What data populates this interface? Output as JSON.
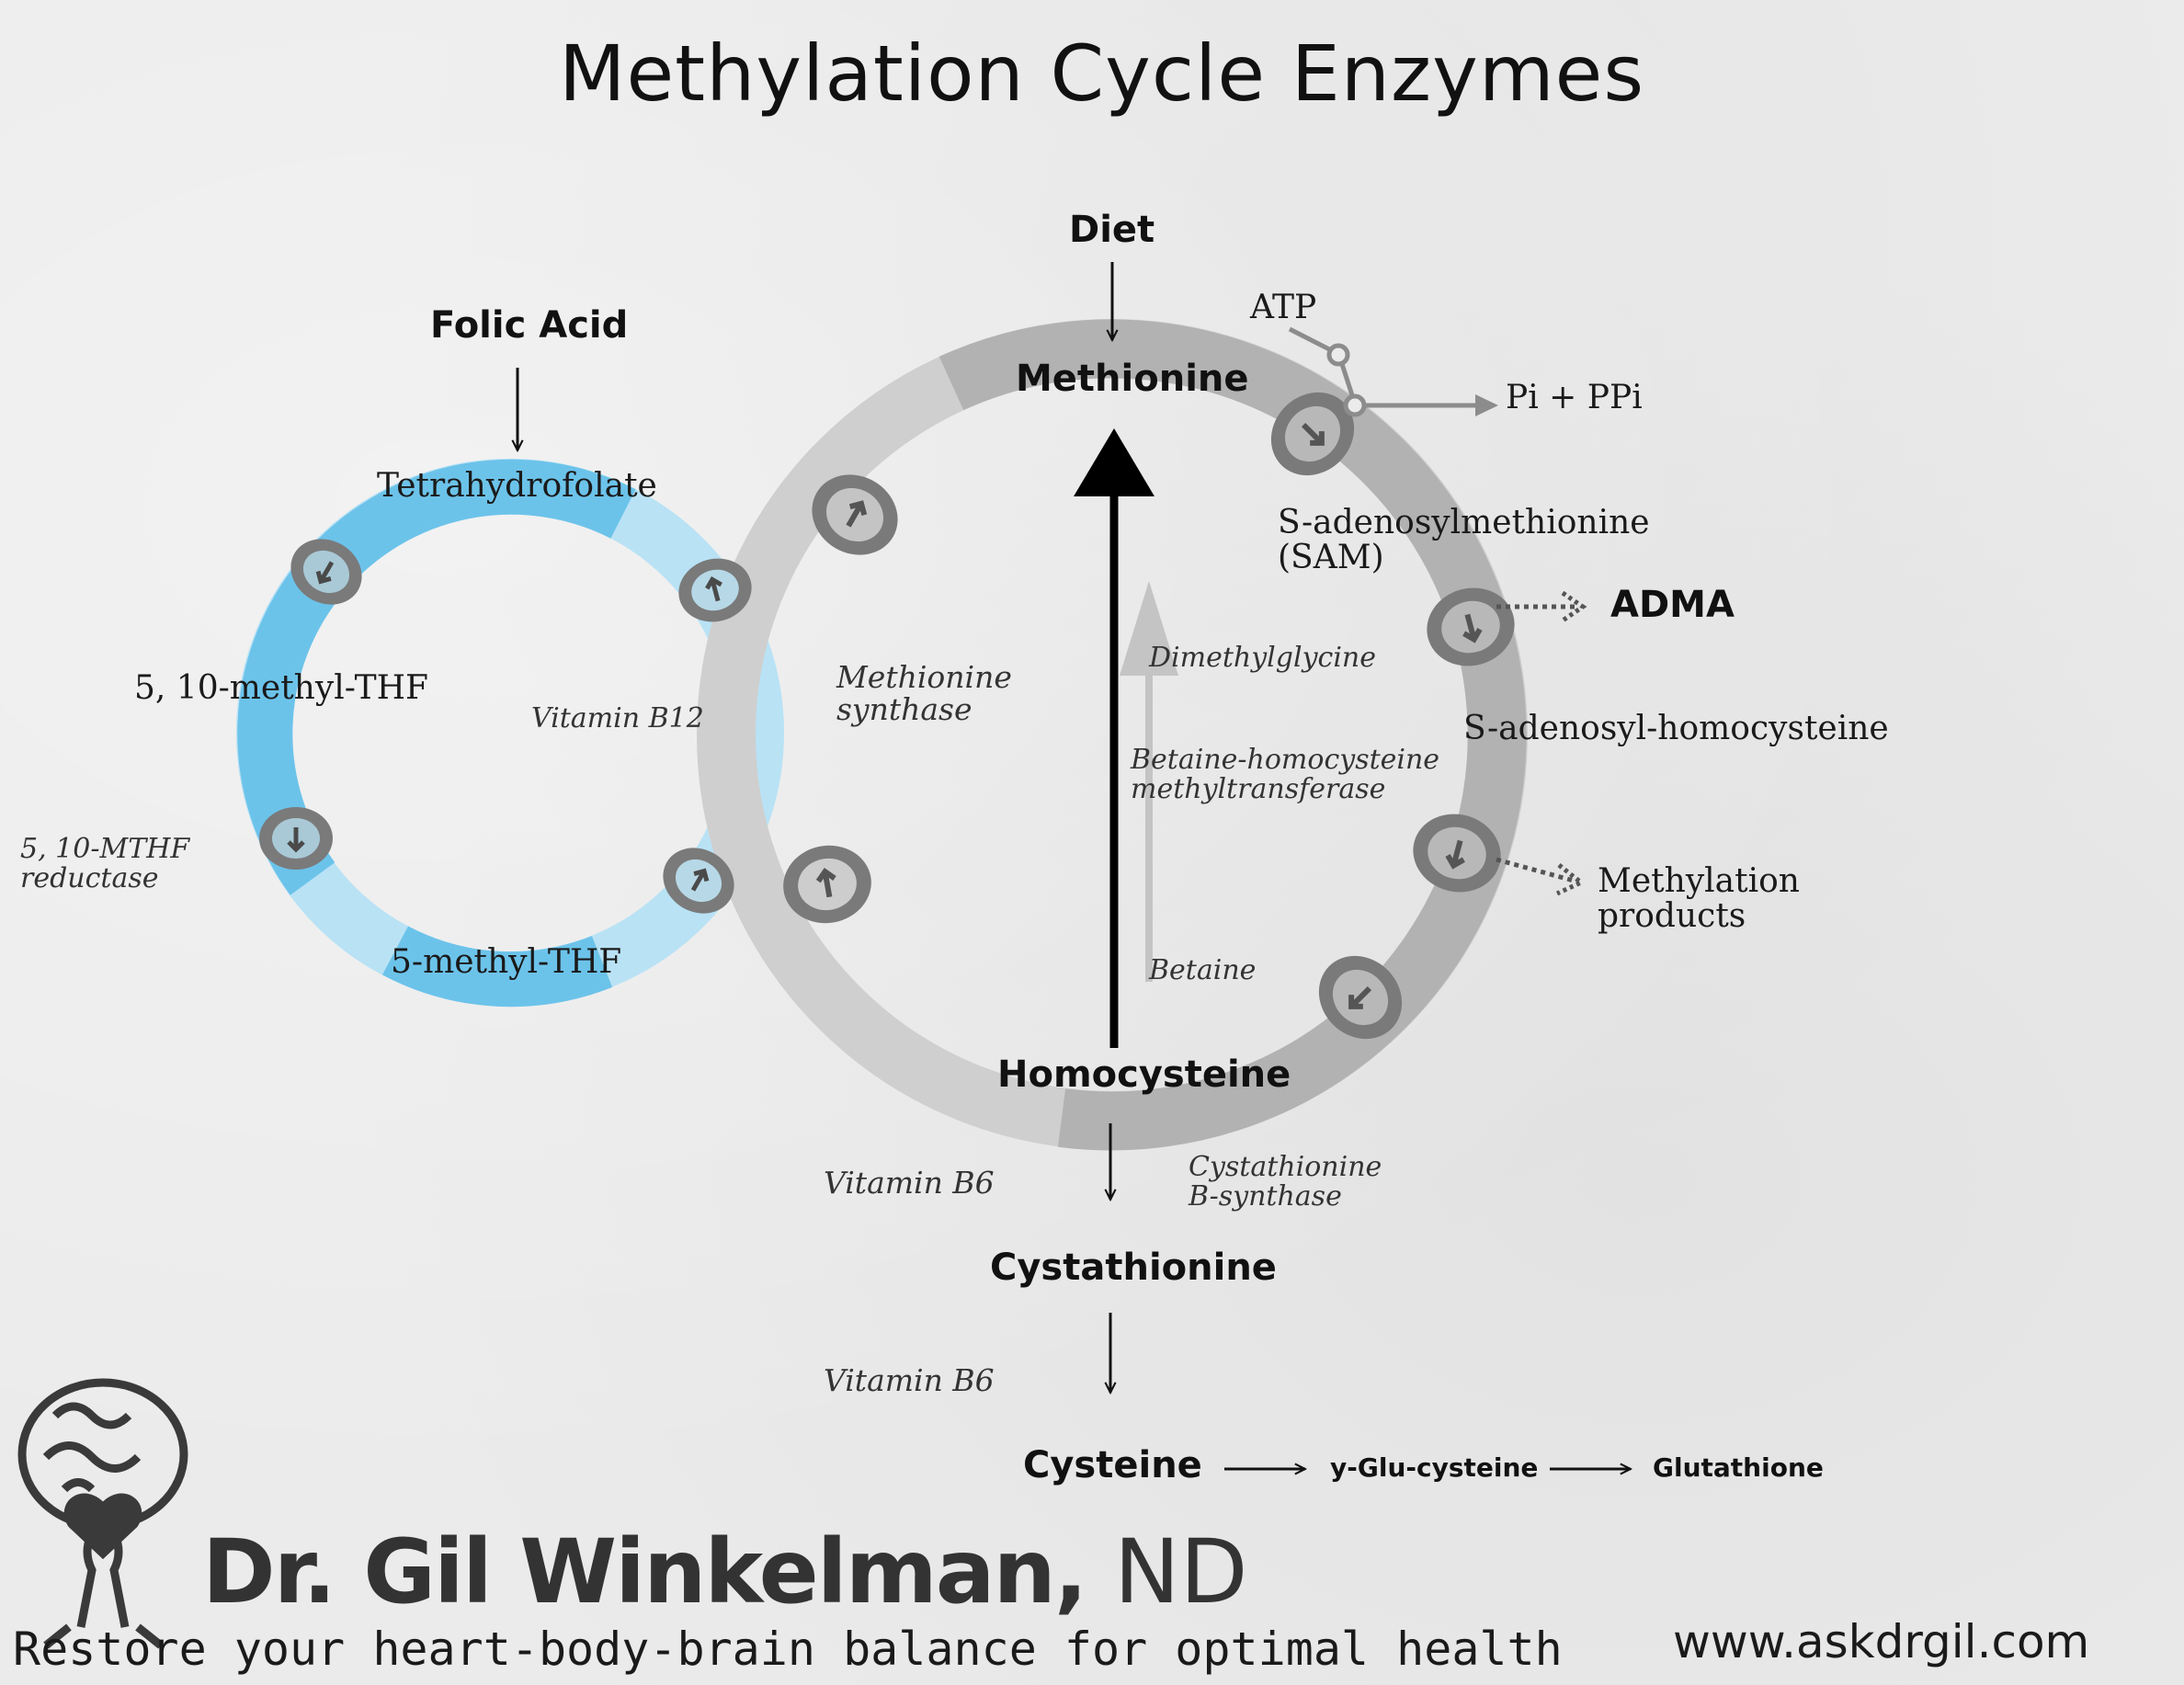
{
  "title": "Methylation Cycle Enzymes",
  "folate_cycle": {
    "input": "Folic Acid",
    "tetrahydrofolate": "Tetrahydrofolate",
    "methylene_thf": "5, 10-methyl-THF",
    "methyl_thf": "5-methyl-THF",
    "enzyme": "5, 10-MTHF\nreductase",
    "cofactor": "Vitamin B12"
  },
  "methionine_cycle": {
    "input": "Diet",
    "methionine": "Methionine",
    "atp": "ATP",
    "pi_ppi": "Pi + PPi",
    "sam": "S-adenosylmethionine\n(SAM)",
    "adma": "ADMA",
    "sah": "S-adenosyl-homocysteine",
    "methylation_products": "Methylation\nproducts",
    "homocysteine": "Homocysteine",
    "methionine_synthase": "Methionine\nsynthase",
    "dimethylglycine": "Dimethylglycine",
    "bhmt": "Betaine-homocysteine\nmethyltransferase",
    "betaine": "Betaine"
  },
  "transsulfuration": {
    "vitamin_b6_1": "Vitamin B6",
    "cbs": "Cystathionine\nB-synthase",
    "cystathionine": "Cystathionine",
    "vitamin_b6_2": "Vitamin B6",
    "cysteine": "Cysteine",
    "glu_cysteine": "y-Glu-cysteine",
    "glutathione": "Glutathione"
  },
  "branding": {
    "name": "Dr. Gil Winkelman,",
    "suffix": " ND",
    "tagline": "Restore your heart-body-brain balance for optimal health",
    "url": "www.askdrgil.com",
    "logo_icon": "tree-brain-heart-logo"
  },
  "colors": {
    "folate_ring": "#6cc3ea",
    "folate_ring_light": "#b9e2f5",
    "methionine_ring": "#b2b2b2",
    "methionine_ring_light": "#cfcfcf",
    "arrow_badge": "#7a7a7a"
  }
}
